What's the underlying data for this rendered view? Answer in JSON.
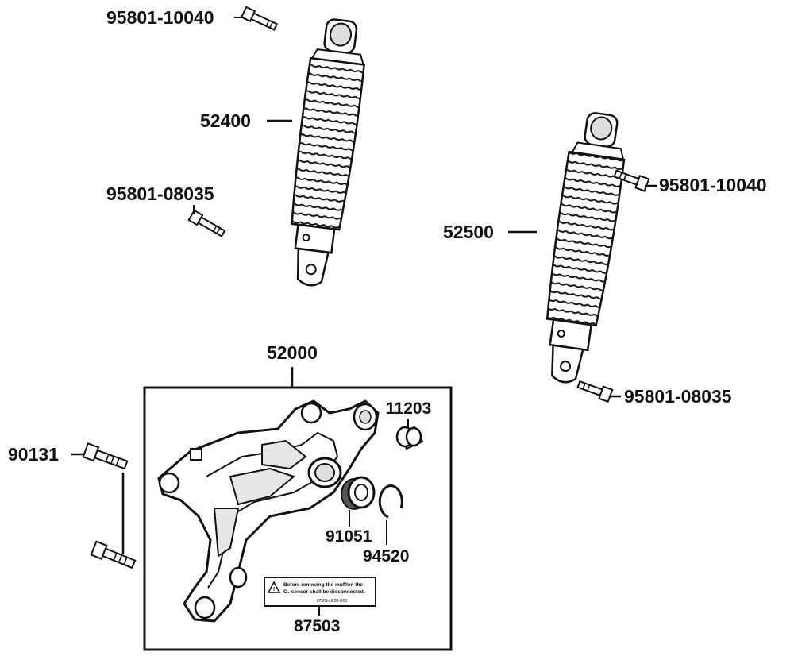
{
  "diagram": {
    "labels": {
      "bolt_top_left": "95801-10040",
      "shock_left": "52400",
      "bolt_mid_left": "95801-08035",
      "bolt_right_top": "95801-10040",
      "shock_right": "52500",
      "assembly": "52000",
      "collar": "11203",
      "bolt_bracket": "90131",
      "bearing": "91051",
      "circlip": "94520",
      "bolt_right_bottom": "95801-08035",
      "warning_label": "87503"
    },
    "warning_sticker": {
      "line1": "Before removing the muffler, the",
      "line2": "O₂ sensor shall be disconnected.",
      "code": "87503-LEB2-E00"
    },
    "colors": {
      "ink": "#111111",
      "paper": "#ffffff",
      "shade": "#cfcfcf"
    }
  }
}
